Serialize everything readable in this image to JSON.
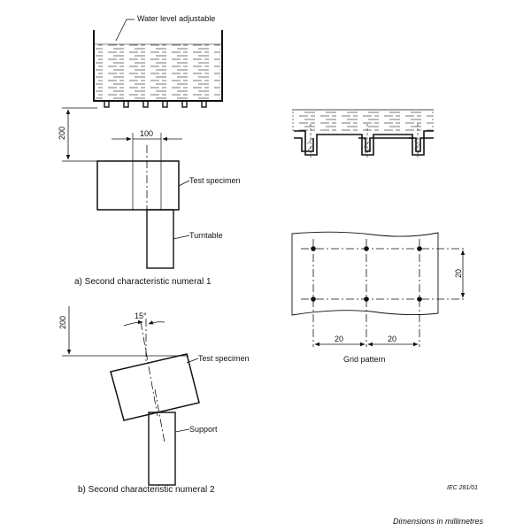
{
  "labels": {
    "water_level": "Water level adjustable",
    "test_specimen_a": "Test specimen",
    "turntable": "Turntable",
    "caption_a": "a) Second characteristic numeral 1",
    "test_specimen_b": "Test specimen",
    "support": "Support",
    "caption_b": "b)  Second characteristic numeral 2",
    "grid_pattern": "Grid pattern",
    "iec_ref": "IEC   281/01",
    "dimensions_note": "Dimensions in millimetres"
  },
  "dimensions": {
    "height_a": "200",
    "width_a": "100",
    "height_b": "200",
    "angle_b": "15°",
    "grid_vertical": "20",
    "grid_h1": "20",
    "grid_h2": "20"
  }
}
